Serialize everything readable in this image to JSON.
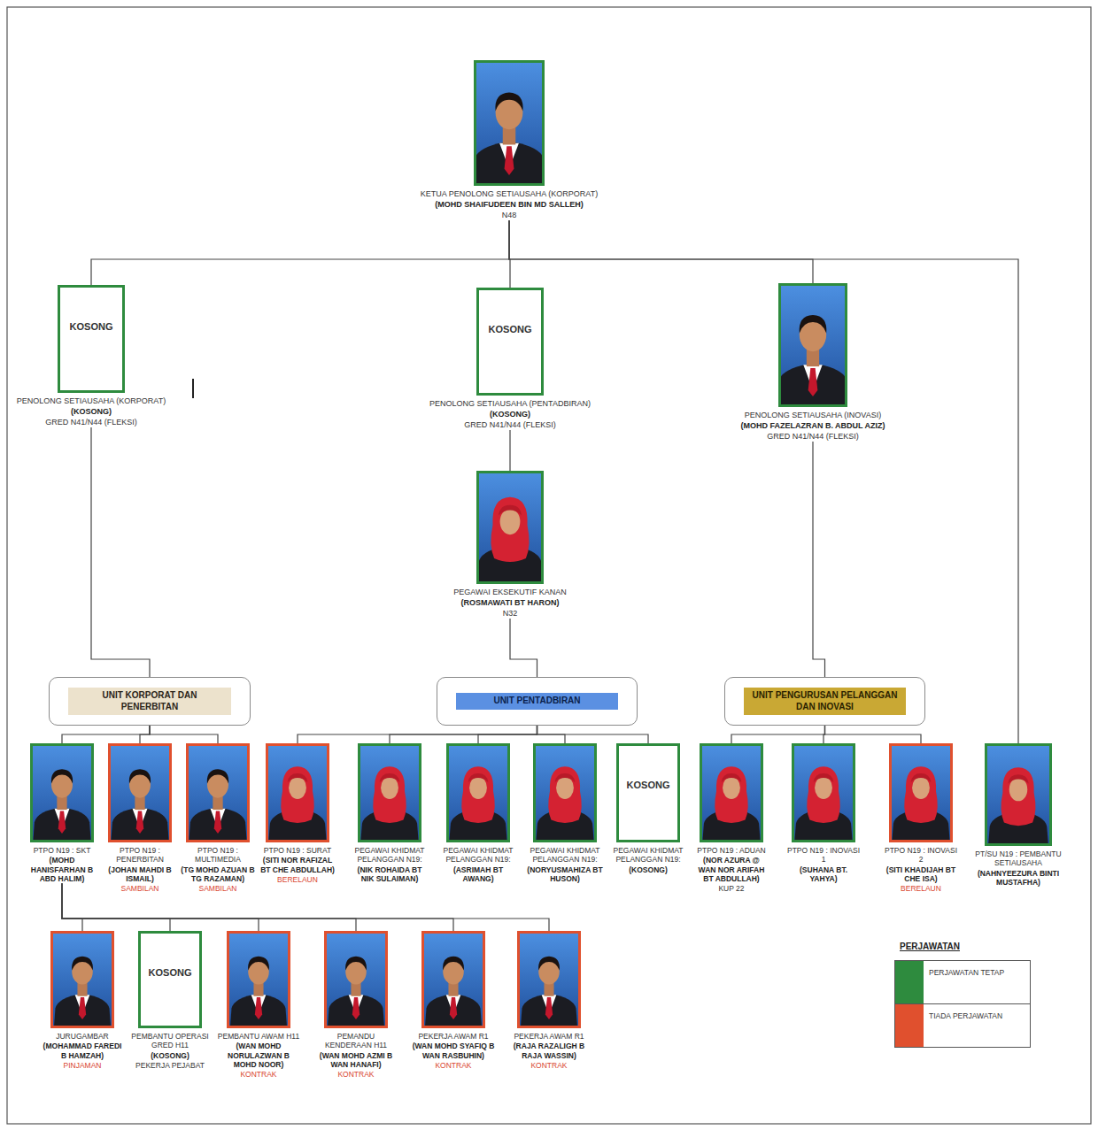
{
  "diagram": {
    "nodes": [
      {
        "text": [
          "KETUA PENOLONG SETIAUSAHA (KORPORAT)",
          "(MOHD SHAIFUDEEN BIN MD SALLEH)",
          "N48"
        ]
      },
      {
        "text": [
          "KOSONG",
          "PENOLONG SETIAUSAHA (KORPORAT)",
          "(KOSONG)",
          "GRED N41/N44 (FLEKSI)"
        ]
      },
      {
        "text": [
          "KOSONG",
          "PENOLONG SETIAUSAHA (PENTADBIRAN)",
          "(KOSONG)",
          "GRED N41/N44 (FLEKSI)"
        ]
      },
      {
        "text": [
          "PENOLONG SETIAUSAHA (INOVASI)",
          "(MOHD FAZELAZRAN B. ABDUL AZIZ)",
          "GRED N41/N44 (FLEKSI)"
        ]
      },
      {
        "text": [
          "PEGAWAI EKSEKUTIF KANAN",
          "(ROSMAWATI BT HARON)",
          "N32"
        ]
      },
      {
        "text": [
          "UNIT KORPORAT DAN PENERBITAN"
        ]
      },
      {
        "text": [
          "UNIT PENTADBIRAN"
        ]
      },
      {
        "text": [
          "UNIT PENGURUSAN PELANGGAN DAN INOVASI"
        ]
      },
      {
        "text": [
          "PTPO N19 : SKT",
          "(MOHD HANISFARHAN B ABD HALIM)"
        ]
      },
      {
        "text": [
          "PTPO N19 : PENERBITAN",
          "(JOHAN MAHDI B ISMAIL)",
          "SAMBILAN"
        ]
      },
      {
        "text": [
          "PTPO N19 : MULTIMEDIA",
          "(TG MOHD AZUAN B TG RAZAMAN)",
          "SAMBILAN"
        ]
      },
      {
        "text": [
          "PTPO N19 : SURAT",
          "(SITI NOR RAFIZAL BT CHE ABDULLAH)",
          "BERELAUN"
        ]
      },
      {
        "text": [
          "PEGAWAI KHIDMAT PELANGGAN N19:",
          "(NIK ROHAIDA BT NIK SULAIMAN)"
        ]
      },
      {
        "text": [
          "PEGAWAI KHIDMAT PELANGGAN N19:",
          "(ASRIMAH BT AWANG)"
        ]
      },
      {
        "text": [
          "PEGAWAI KHIDMAT PELANGGAN N19:",
          "(NORYUSMAHIZA BT HUSON)"
        ]
      },
      {
        "text": [
          "KOSONG",
          "PEGAWAI KHIDMAT PELANGGAN N19:",
          "(KOSONG)"
        ]
      },
      {
        "text": [
          "PTPO N19 : ADUAN",
          "(NOR AZURA @ WAN NOR ARIFAH BT ABDULLAH)",
          "KUP 22"
        ]
      },
      {
        "text": [
          "PTPO N19 : INOVASI 1",
          "(SUHANA BT. YAHYA)"
        ]
      },
      {
        "text": [
          "PTPO N19 : INOVASI 2",
          "(SITI KHADIJAH BT CHE ISA)",
          "BERELAUN"
        ]
      },
      {
        "text": [
          "PT/SU N19 : PEMBANTU SETIAUSAHA",
          "(NAHNYEEZURA BINTI MUSTAFHA)"
        ]
      },
      {
        "text": [
          "JURUGAMBAR",
          "(MOHAMMAD FAREDI B HAMZAH)",
          "PINJAMAN"
        ]
      },
      {
        "text": [
          "KOSONG",
          "PEMBANTU OPERASI GRED H11",
          "(KOSONG)",
          "PEKERJA PEJABAT"
        ]
      },
      {
        "text": [
          "PEMBANTU AWAM H11",
          "(WAN MOHD NORULAZWAN B MOHD NOOR)",
          "KONTRAK"
        ]
      },
      {
        "text": [
          "PEMANDU KENDERAAN H11",
          "(WAN MOHD AZMI B WAN HANAFI)",
          "KONTRAK"
        ]
      },
      {
        "text": [
          "PEKERJA AWAM R1",
          "(WAN MOHD SYAFIQ B WAN RASBUHIN)",
          "KONTRAK"
        ]
      },
      {
        "text": [
          "PEKERJA AWAM R1",
          "(RAJA RAZALIGH B RAJA WASSIN)",
          "KONTRAK"
        ]
      }
    ],
    "edges": [
      {
        "from": 0,
        "to": 1,
        "arrow": "none"
      },
      {
        "from": 0,
        "to": 2,
        "arrow": "none"
      },
      {
        "from": 0,
        "to": 3,
        "arrow": "none"
      },
      {
        "from": 0,
        "to": 19,
        "arrow": "none"
      },
      {
        "from": 1,
        "to": 5,
        "arrow": "none"
      },
      {
        "from": 2,
        "to": 4,
        "arrow": "none"
      },
      {
        "from": 4,
        "to": 6,
        "arrow": "none"
      },
      {
        "from": 3,
        "to": 7,
        "arrow": "none"
      },
      {
        "from": 5,
        "to": 8,
        "arrow": "none"
      },
      {
        "from": 5,
        "to": 9,
        "arrow": "none"
      },
      {
        "from": 5,
        "to": 10,
        "arrow": "none"
      },
      {
        "from": 6,
        "to": 11,
        "arrow": "none"
      },
      {
        "from": 6,
        "to": 12,
        "arrow": "none"
      },
      {
        "from": 6,
        "to": 13,
        "arrow": "none"
      },
      {
        "from": 6,
        "to": 14,
        "arrow": "none"
      },
      {
        "from": 6,
        "to": 15,
        "arrow": "none"
      },
      {
        "from": 7,
        "to": 16,
        "arrow": "none"
      },
      {
        "from": 7,
        "to": 17,
        "arrow": "none"
      },
      {
        "from": 7,
        "to": 18,
        "arrow": "none"
      },
      {
        "from": 8,
        "to": 20,
        "arrow": "none"
      },
      {
        "from": 8,
        "to": 21,
        "arrow": "none"
      },
      {
        "from": 8,
        "to": 22,
        "arrow": "none"
      },
      {
        "from": 8,
        "to": 23,
        "arrow": "none"
      },
      {
        "from": 8,
        "to": 24,
        "arrow": "none"
      },
      {
        "from": 8,
        "to": 25,
        "arrow": "none"
      }
    ],
    "labels": [
      "PERJAWATAN"
    ],
    "legend": [
      {
        "text": "PERJAWATAN TETAP",
        "color": "#2e8b3e"
      },
      {
        "text": "TIADA PERJAWATAN",
        "color": "#e0502e"
      }
    ]
  }
}
